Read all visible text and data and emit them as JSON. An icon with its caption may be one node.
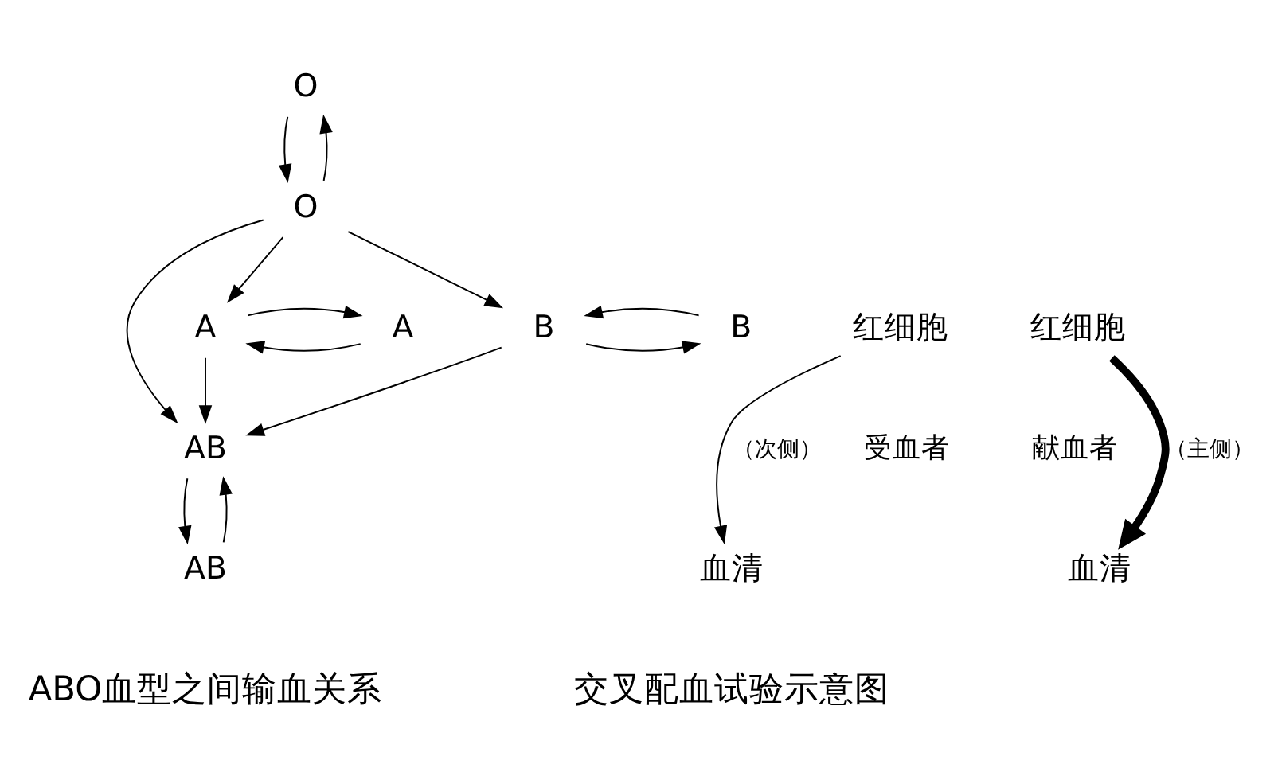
{
  "diagram": {
    "nodes": [
      {
        "text": [
          "O"
        ]
      },
      {
        "text": [
          "O"
        ]
      },
      {
        "text": [
          "A"
        ]
      },
      {
        "text": [
          "A"
        ]
      },
      {
        "text": [
          "B"
        ]
      },
      {
        "text": [
          "B"
        ]
      },
      {
        "text": [
          "AB"
        ]
      },
      {
        "text": [
          "AB"
        ]
      },
      {
        "text": [
          "红细胞"
        ]
      },
      {
        "text": [
          "红细胞"
        ]
      },
      {
        "text": [
          "血清"
        ]
      },
      {
        "text": [
          "血清"
        ]
      }
    ],
    "edges": [
      {
        "from": 0,
        "to": 1,
        "arrow": "to"
      },
      {
        "from": 1,
        "to": 0,
        "arrow": "to"
      },
      {
        "from": 2,
        "to": 3,
        "arrow": "to"
      },
      {
        "from": 3,
        "to": 2,
        "arrow": "to"
      },
      {
        "from": 4,
        "to": 5,
        "arrow": "to"
      },
      {
        "from": 5,
        "to": 4,
        "arrow": "to"
      },
      {
        "from": 1,
        "to": 3,
        "arrow": "to"
      },
      {
        "from": 1,
        "to": 4,
        "arrow": "to"
      },
      {
        "from": 1,
        "to": 6,
        "arrow": "to"
      },
      {
        "from": 3,
        "to": 6,
        "arrow": "to"
      },
      {
        "from": 4,
        "to": 6,
        "arrow": "to"
      },
      {
        "from": 6,
        "to": 7,
        "arrow": "to"
      },
      {
        "from": 7,
        "to": 6,
        "arrow": "to"
      },
      {
        "from": 8,
        "to": 11,
        "arrow": "to",
        "label": "（主侧）",
        "style": "thick"
      },
      {
        "from": 9,
        "to": 10,
        "arrow": "to",
        "label": "（次侧）"
      }
    ],
    "labels": [
      "献血者",
      "受血者",
      "ABO血型之间输血关系",
      "交叉配血试验示意图"
    ]
  }
}
